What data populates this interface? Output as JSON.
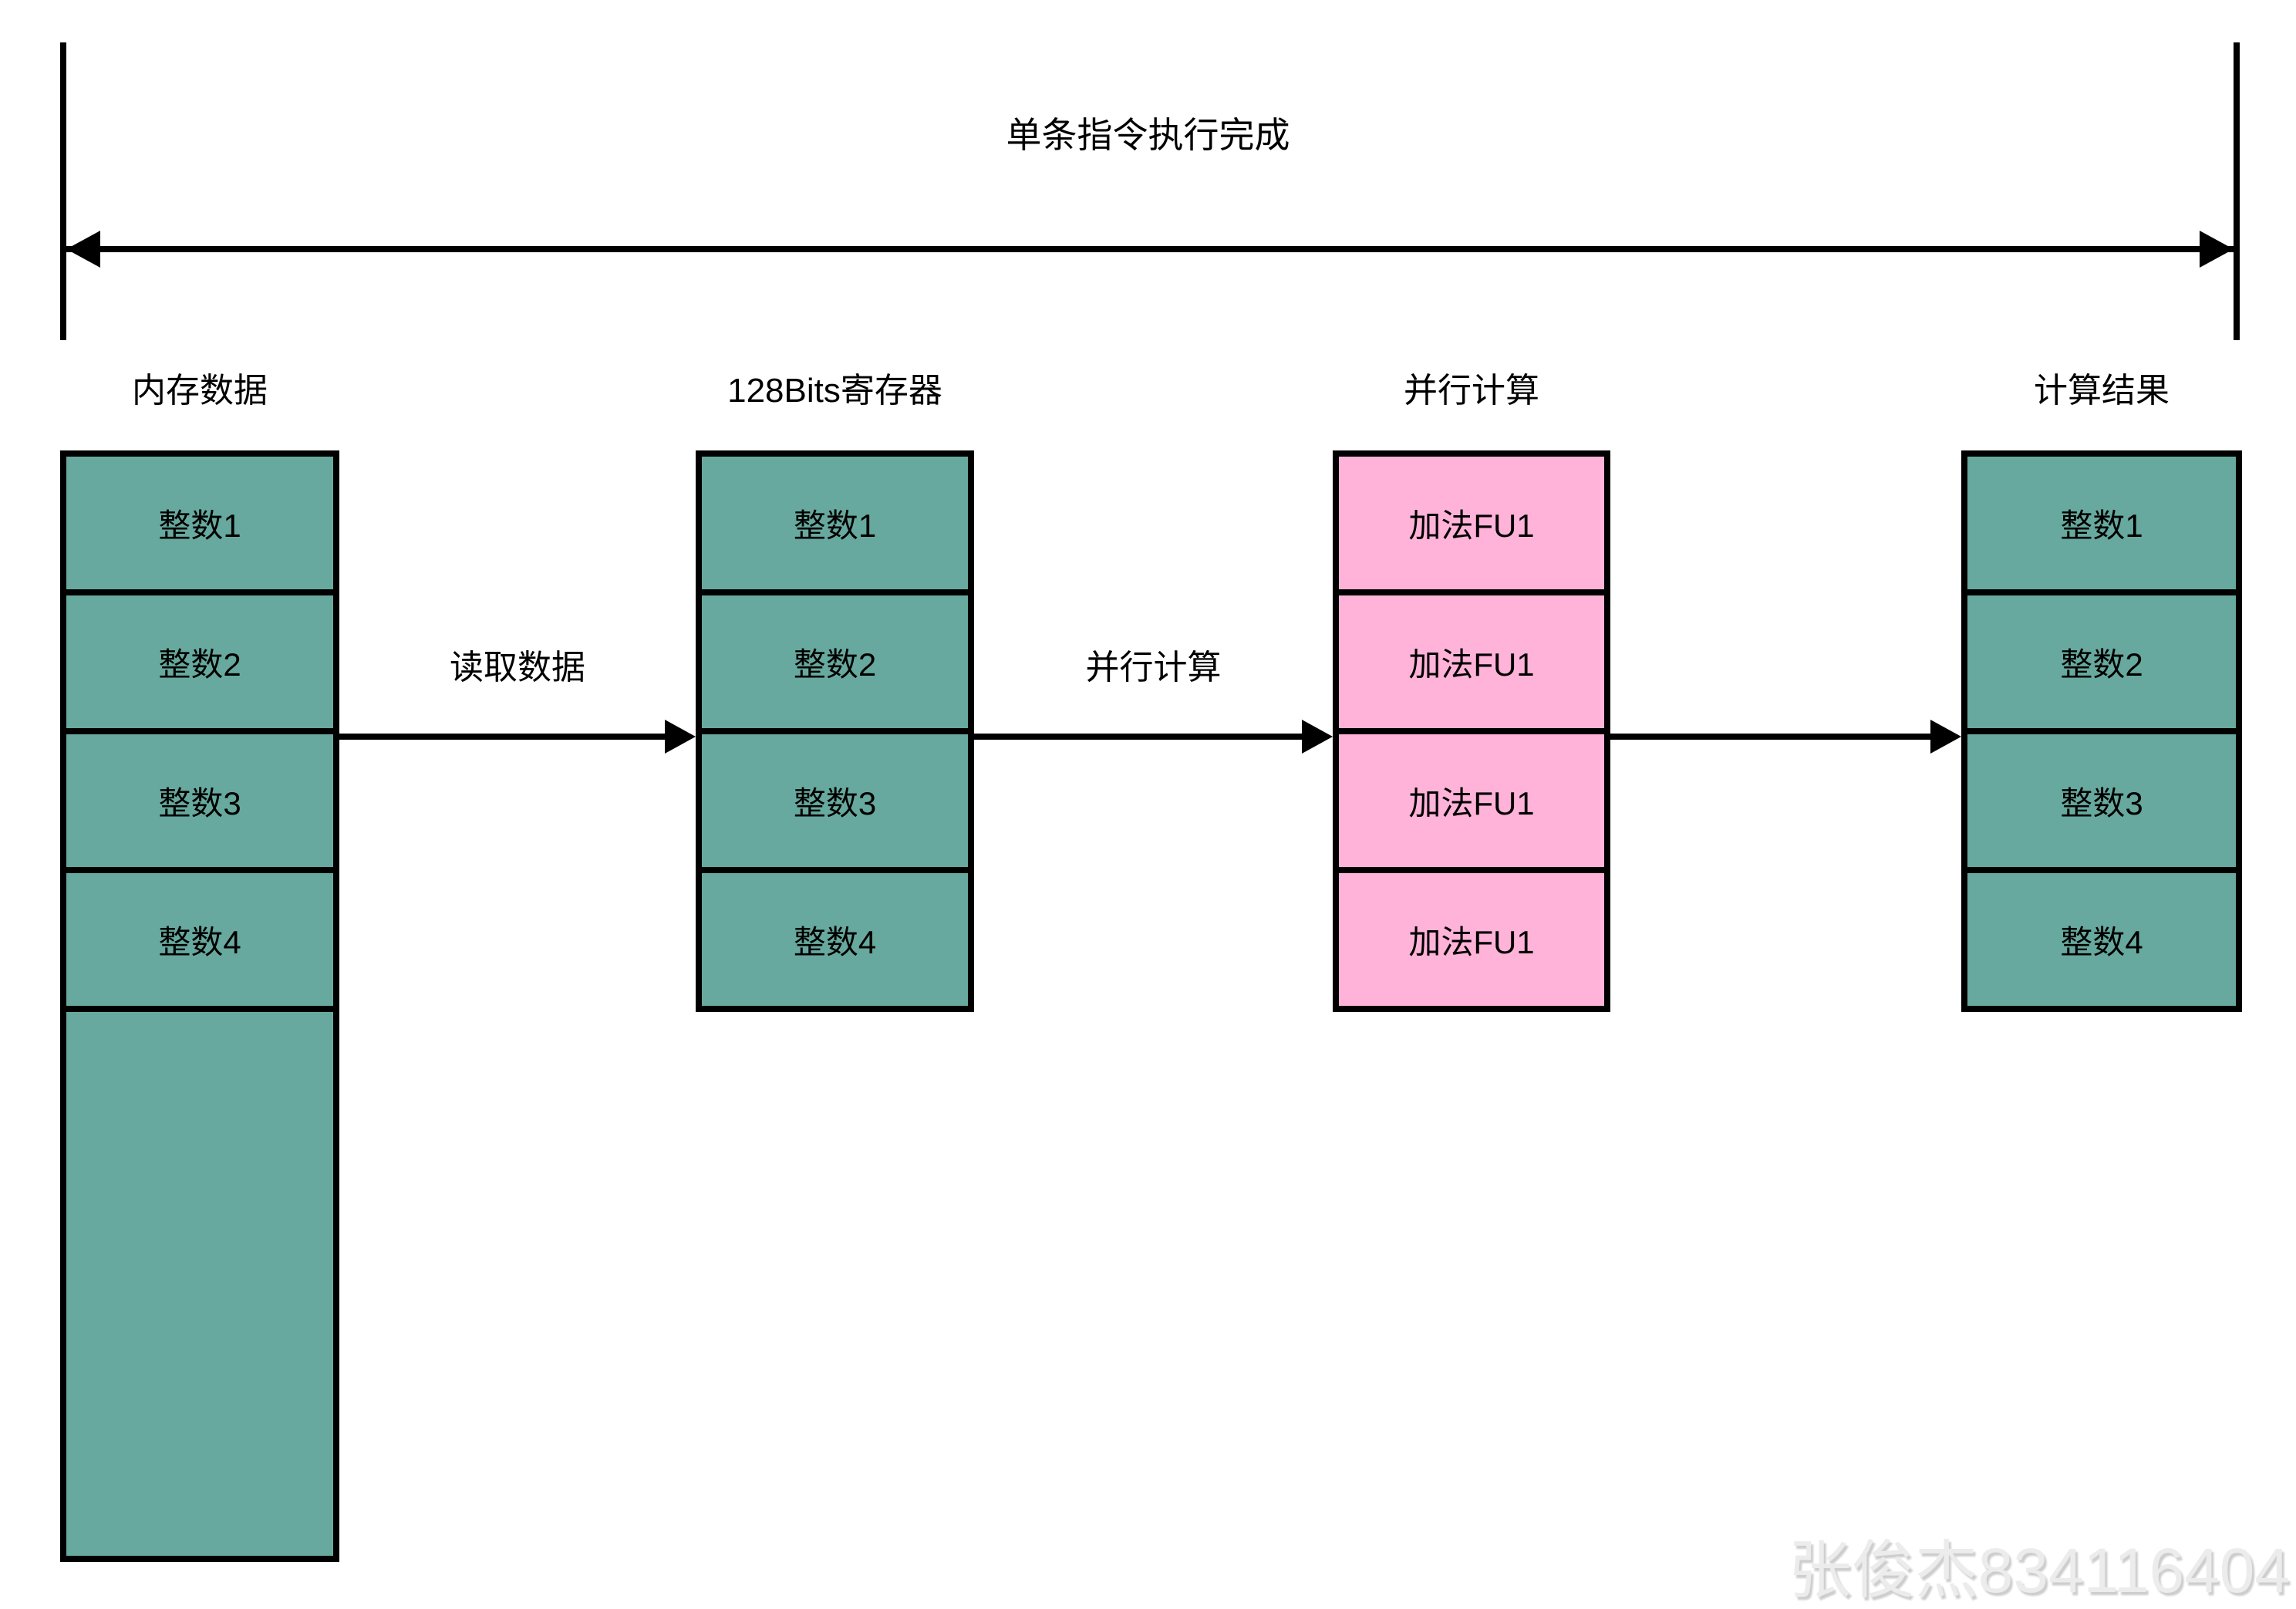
{
  "diagram": {
    "top_bracket": {
      "label": "单条指令执行完成"
    },
    "columns": [
      {
        "id": "memory",
        "header": "内存数据",
        "color": "teal",
        "cells": [
          "整数1",
          "整数2",
          "整数3",
          "整数4"
        ],
        "tail_cell": ""
      },
      {
        "id": "register",
        "header": "128Bits寄存器",
        "color": "teal",
        "cells": [
          "整数1",
          "整数2",
          "整数3",
          "整数4"
        ]
      },
      {
        "id": "parallel-compute",
        "header": "并行计算",
        "color": "pink",
        "cells": [
          "加法FU1",
          "加法FU1",
          "加法FU1",
          "加法FU1"
        ]
      },
      {
        "id": "result",
        "header": "计算结果",
        "color": "teal",
        "cells": [
          "整数1",
          "整数2",
          "整数3",
          "整数4"
        ]
      }
    ],
    "connectors": [
      {
        "from": "memory",
        "to": "register",
        "label": "读取数据"
      },
      {
        "from": "register",
        "to": "parallel-compute",
        "label": "并行计算"
      },
      {
        "from": "parallel-compute",
        "to": "result",
        "label": ""
      }
    ],
    "watermark": "张俊杰834116404",
    "colors": {
      "teal": "#67A99E",
      "pink": "#FFB3D9",
      "line": "#000000",
      "text": "#000000",
      "watermark": "#ECECEC"
    }
  }
}
